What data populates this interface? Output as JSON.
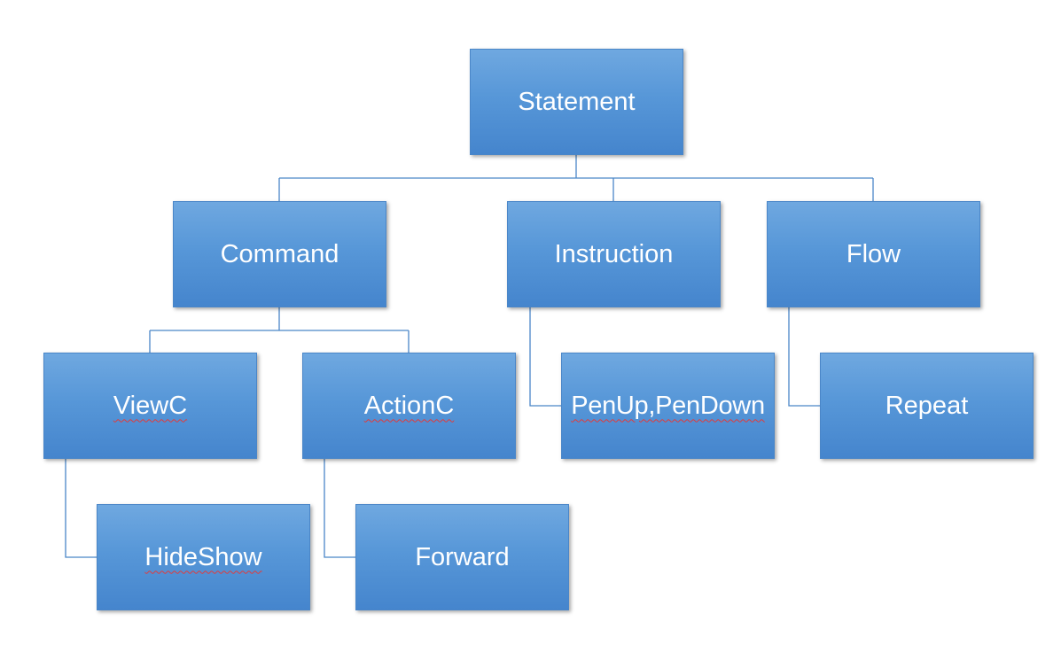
{
  "diagram": {
    "nodes": {
      "statement": "Statement",
      "command": "Command",
      "instruction": "Instruction",
      "flow": "Flow",
      "viewc": "ViewC",
      "actionc": "ActionC",
      "penupdown": "PenUp,PenDown",
      "repeat": "Repeat",
      "hideshow": "HideShow",
      "forward": "Forward"
    },
    "colors": {
      "box_top": "#6fa8e0",
      "box_bottom": "#4585cd",
      "connector": "#4a86c8",
      "text": "#ffffff",
      "spellcheck_underline": "#e23a3a"
    }
  }
}
